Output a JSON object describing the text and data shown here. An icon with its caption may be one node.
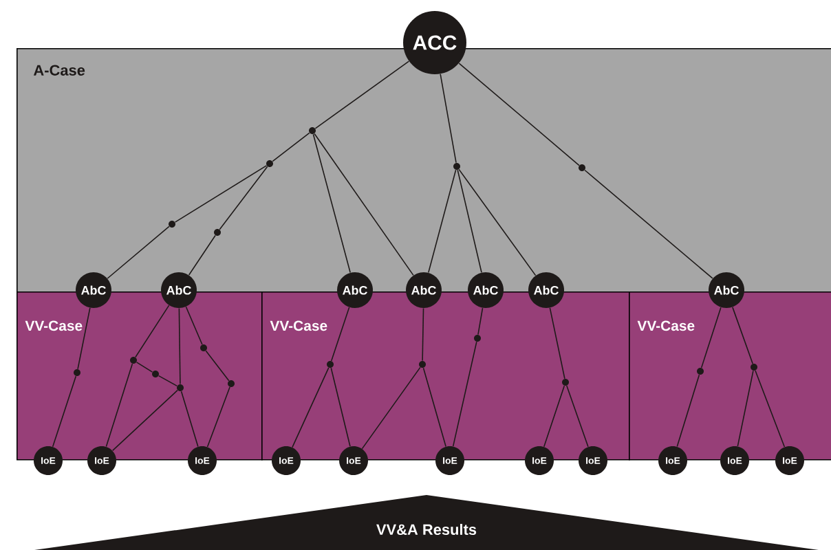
{
  "diagram": {
    "nodes": [
      {
        "text": [
          "ACC"
        ]
      },
      {
        "text": [
          "A-Case"
        ]
      },
      {
        "text": [],
        "shape": "circle",
        "in": 1
      },
      {
        "text": [],
        "shape": "circle",
        "in": 1
      },
      {
        "text": [],
        "shape": "circle",
        "in": 1
      },
      {
        "text": [],
        "shape": "circle",
        "in": 1
      },
      {
        "text": [],
        "shape": "circle",
        "in": 1
      },
      {
        "text": [],
        "shape": "circle",
        "in": 1
      },
      {
        "text": [
          "AbC"
        ]
      },
      {
        "text": [
          "AbC"
        ]
      },
      {
        "text": [
          "AbC"
        ]
      },
      {
        "text": [
          "AbC"
        ]
      },
      {
        "text": [
          "AbC"
        ]
      },
      {
        "text": [
          "AbC"
        ]
      },
      {
        "text": [
          "AbC"
        ]
      },
      {
        "text": [
          "VV-Case"
        ]
      },
      {
        "text": [
          "VV-Case"
        ]
      },
      {
        "text": [
          "VV-Case"
        ]
      },
      {
        "text": [],
        "shape": "circle",
        "in": 15
      },
      {
        "text": [],
        "shape": "circle",
        "in": 15
      },
      {
        "text": [],
        "shape": "circle",
        "in": 15
      },
      {
        "text": [],
        "shape": "circle",
        "in": 15
      },
      {
        "text": [],
        "shape": "circle",
        "in": 15
      },
      {
        "text": [],
        "shape": "circle",
        "in": 15
      },
      {
        "text": [],
        "shape": "circle",
        "in": 16
      },
      {
        "text": [],
        "shape": "circle",
        "in": 16
      },
      {
        "text": [],
        "shape": "circle",
        "in": 16
      },
      {
        "text": [],
        "shape": "circle",
        "in": 16
      },
      {
        "text": [],
        "shape": "circle",
        "in": 17
      },
      {
        "text": [],
        "shape": "circle",
        "in": 17
      },
      {
        "text": [
          "IoE"
        ]
      },
      {
        "text": [
          "IoE"
        ]
      },
      {
        "text": [
          "IoE"
        ]
      },
      {
        "text": [
          "IoE"
        ]
      },
      {
        "text": [
          "IoE"
        ]
      },
      {
        "text": [
          "IoE"
        ]
      },
      {
        "text": [
          "IoE"
        ]
      },
      {
        "text": [
          "IoE"
        ]
      },
      {
        "text": [
          "IoE"
        ]
      },
      {
        "text": [
          "IoE"
        ]
      },
      {
        "text": [
          "IoE"
        ]
      },
      {
        "text": [
          "VV&A Results"
        ]
      }
    ],
    "edges": [
      {
        "from": 0,
        "to": 2,
        "arrow": "none"
      },
      {
        "from": 2,
        "to": 3,
        "arrow": "none"
      },
      {
        "from": 3,
        "to": 4,
        "arrow": "none"
      },
      {
        "from": 4,
        "to": 8,
        "arrow": "none"
      },
      {
        "from": 3,
        "to": 5,
        "arrow": "none"
      },
      {
        "from": 5,
        "to": 9,
        "arrow": "none"
      },
      {
        "from": 2,
        "to": 10,
        "arrow": "none"
      },
      {
        "from": 2,
        "to": 11,
        "arrow": "none"
      },
      {
        "from": 0,
        "to": 6,
        "arrow": "none"
      },
      {
        "from": 6,
        "to": 11,
        "arrow": "none"
      },
      {
        "from": 6,
        "to": 12,
        "arrow": "none"
      },
      {
        "from": 6,
        "to": 13,
        "arrow": "none"
      },
      {
        "from": 0,
        "to": 7,
        "arrow": "none"
      },
      {
        "from": 7,
        "to": 14,
        "arrow": "none"
      },
      {
        "from": 8,
        "to": 18,
        "arrow": "none"
      },
      {
        "from": 18,
        "to": 30,
        "arrow": "none"
      },
      {
        "from": 9,
        "to": 19,
        "arrow": "none"
      },
      {
        "from": 9,
        "to": 21,
        "arrow": "none"
      },
      {
        "from": 9,
        "to": 22,
        "arrow": "none"
      },
      {
        "from": 19,
        "to": 20,
        "arrow": "none"
      },
      {
        "from": 20,
        "to": 21,
        "arrow": "none"
      },
      {
        "from": 19,
        "to": 31,
        "arrow": "none"
      },
      {
        "from": 21,
        "to": 31,
        "arrow": "none"
      },
      {
        "from": 21,
        "to": 32,
        "arrow": "none"
      },
      {
        "from": 22,
        "to": 23,
        "arrow": "none"
      },
      {
        "from": 23,
        "to": 32,
        "arrow": "none"
      },
      {
        "from": 10,
        "to": 24,
        "arrow": "none"
      },
      {
        "from": 24,
        "to": 33,
        "arrow": "none"
      },
      {
        "from": 24,
        "to": 34,
        "arrow": "none"
      },
      {
        "from": 11,
        "to": 25,
        "arrow": "none"
      },
      {
        "from": 25,
        "to": 34,
        "arrow": "none"
      },
      {
        "from": 25,
        "to": 35,
        "arrow": "none"
      },
      {
        "from": 12,
        "to": 26,
        "arrow": "none"
      },
      {
        "from": 26,
        "to": 35,
        "arrow": "none"
      },
      {
        "from": 13,
        "to": 27,
        "arrow": "none"
      },
      {
        "from": 27,
        "to": 36,
        "arrow": "none"
      },
      {
        "from": 27,
        "to": 37,
        "arrow": "none"
      },
      {
        "from": 14,
        "to": 28,
        "arrow": "none"
      },
      {
        "from": 28,
        "to": 38,
        "arrow": "none"
      },
      {
        "from": 14,
        "to": 29,
        "arrow": "none"
      },
      {
        "from": 29,
        "to": 39,
        "arrow": "none"
      },
      {
        "from": 29,
        "to": 40,
        "arrow": "none"
      }
    ]
  }
}
